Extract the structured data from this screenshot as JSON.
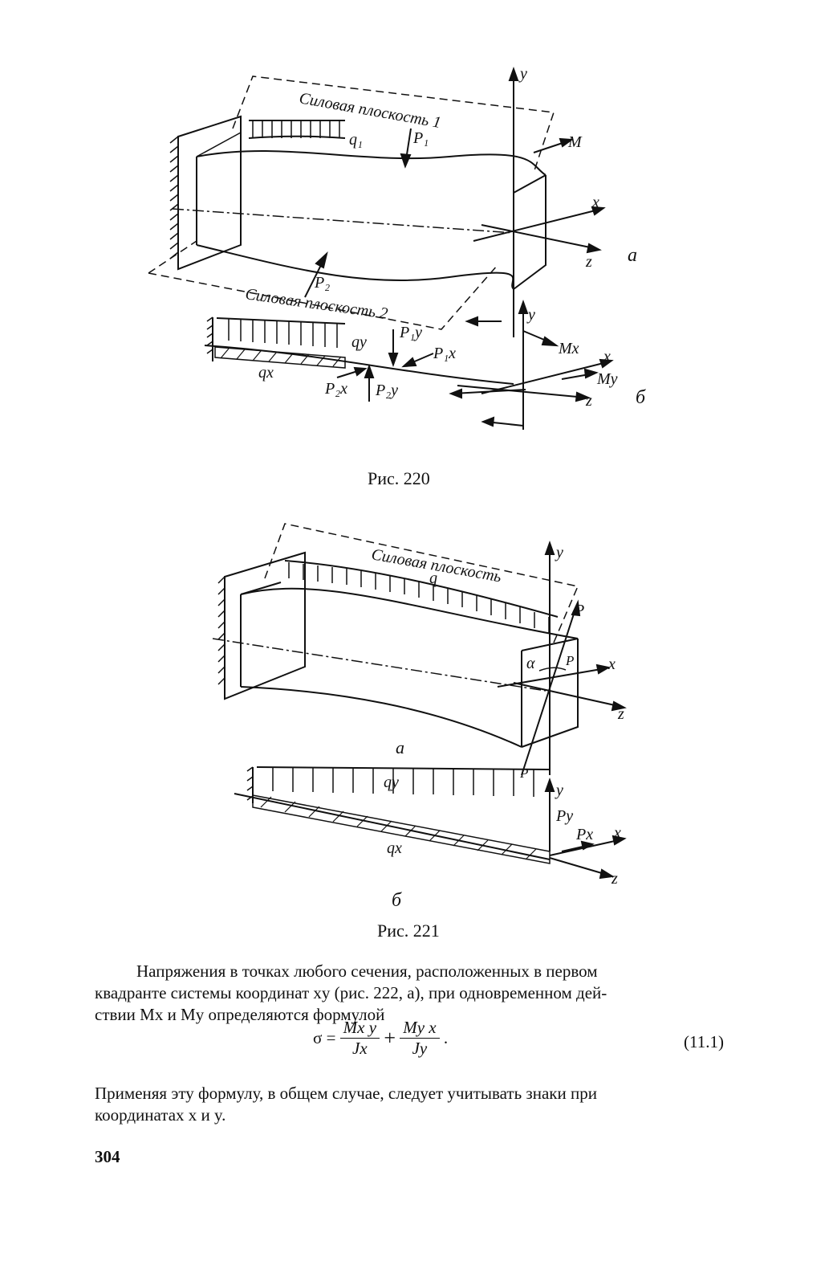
{
  "figure220": {
    "caption": "Рис. 220",
    "labels": {
      "plane1": "Силовая плоскость 1",
      "plane2": "Силовая плоскость 2",
      "q1": "q₁",
      "p1": "P₁",
      "p2": "P₂",
      "m": "M",
      "y_a": "y",
      "x_a": "x",
      "z_a": "z",
      "sub_a": "a",
      "qy": "qy",
      "qx": "qx",
      "p1y": "P₁y",
      "p1x": "P₁x",
      "p2x": "P₂x",
      "p2y": "P₂y",
      "mx": "Mx",
      "my": "My",
      "y_b": "y",
      "x_b": "x",
      "z_b": "z",
      "sub_b": "б"
    }
  },
  "figure221": {
    "caption": "Рис. 221",
    "labels": {
      "plane": "Силовая плоскость",
      "q": "q",
      "y_a": "y",
      "p": "P",
      "alpha": "α",
      "p_mid": "P",
      "x_a": "x",
      "z_a": "z",
      "sub_a": "a",
      "p_low": "P",
      "qy": "qy",
      "qx": "qx",
      "y_b": "y",
      "py": "Py",
      "px": "Px",
      "x_b": "x",
      "z_b": "z",
      "sub_b": "б"
    }
  },
  "text": {
    "para1_l1": "Напряжения в точках любого сечения, расположенных в первом",
    "para1_l2": "квадранте системы координат xy (рис. 222, a), при одновременном дей-",
    "para1_l3": "ствии Mx и My определяются формулой",
    "formula": {
      "lhs": "σ =",
      "num1": "Mx y",
      "den1": "Jx",
      "plus": "+",
      "num2": "My x",
      "den2": "Jy",
      "dot": ".",
      "eqno": "(11.1)"
    },
    "para2_l1": "Применяя эту формулу, в общем случае, следует учитывать знаки при",
    "para2_l2": "координатах x и y.",
    "page_number": "304"
  }
}
